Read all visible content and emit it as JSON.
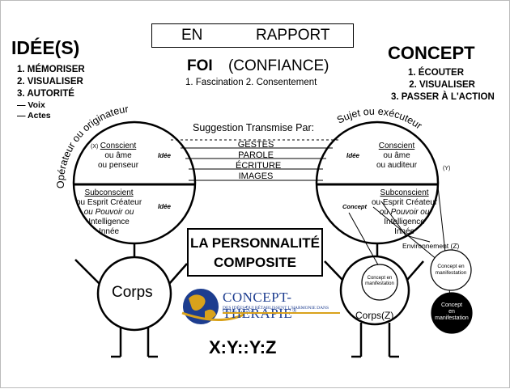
{
  "header": {
    "en": "EN",
    "rapport": "RAPPORT"
  },
  "left_panel": {
    "title": "IDÉE(S)",
    "items": [
      "1. MÉMORISER",
      "2. VISUALISER",
      "3. AUTORITÉ",
      "— Voix",
      "— Actes"
    ]
  },
  "center_top": {
    "foi": "FOI",
    "confiance": "(CONFIANCE)",
    "subtitle": "1. Fascination  2. Consentement"
  },
  "right_panel": {
    "title": "CONCEPT",
    "items": [
      "1. ÉCOUTER",
      "2. VISUALISER",
      "3. PASSER À L'ACTION"
    ]
  },
  "arcs": {
    "left": "Opérateur ou originateur",
    "right": "Sujet ou exécuteur"
  },
  "suggestion": {
    "title": "Suggestion Transmise Par:",
    "channels": [
      "GESTES",
      "PAROLE",
      "ÉCRITURE",
      "IMAGES"
    ]
  },
  "left_head": {
    "marker": "(X)",
    "conscient": [
      "Conscient",
      "ou âme",
      "ou penseur"
    ],
    "subconscient": [
      "Subconscient",
      "ou Esprit Créateur",
      "ou Pouvoir ou",
      "Intelligence",
      "Innée"
    ],
    "idee_top": "Idée",
    "idee_bottom": "Idée"
  },
  "right_head": {
    "marker": "(Y)",
    "conscient": [
      "Conscient",
      "ou âme",
      "ou auditeur"
    ],
    "subconscient": [
      "Subconscient",
      "ou Esprit Créateur",
      "ou Pouvoir ou",
      "Intelligence",
      "Innée"
    ],
    "idee_top": "Idée",
    "concept": "Concept"
  },
  "personality": {
    "line1": "LA PERSONNALITÉ",
    "line2": "COMPOSITE"
  },
  "left_body": {
    "label": "Corps"
  },
  "right_body": {
    "label": "Corps(Z)"
  },
  "environment": {
    "label": "Environnement (Z)",
    "bubble1": [
      "Concept en",
      "manifestation"
    ],
    "bubble2": [
      "Concept en",
      "manifestation"
    ],
    "bubble3": [
      "Concept",
      "en",
      "manifestation"
    ]
  },
  "logo": {
    "name": "CONCEPT-THÉRAPIE",
    "mark": "®",
    "tagline": "DES IDÉES QUI RÉTABLISSENT L'HARMONIE DANS VOTRE MONDE"
  },
  "formula": "X:Y::Y:Z",
  "colors": {
    "logo_blue": "#1d3d8f",
    "logo_gold": "#d9a21b"
  }
}
